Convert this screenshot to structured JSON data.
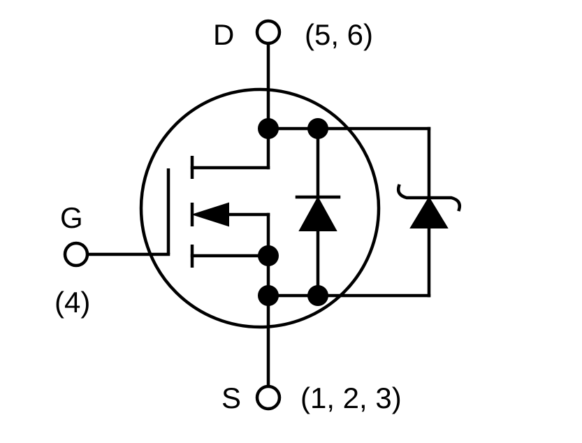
{
  "terminals": {
    "drain": {
      "letter": "D",
      "pins": "(5, 6)"
    },
    "gate": {
      "letter": "G",
      "pins": "(4)"
    },
    "source": {
      "letter": "S",
      "pins": "(1, 2, 3)"
    }
  },
  "symbol": {
    "device": "n-channel-mosfet",
    "body_diode": "diode-icon",
    "external_diode": "tvs-zener-diode-icon"
  }
}
